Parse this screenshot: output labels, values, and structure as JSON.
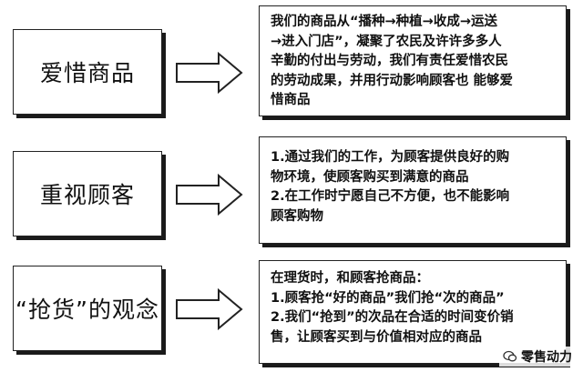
{
  "rows": [
    {
      "title": "爱惜商品",
      "lines": [
        "我们的商品从“播种→种植→收成→运送",
        "→进入门店”，凝聚了农民及许许多多人",
        "辛勤的付出与劳动，我们有责任爱惜农民",
        "的劳动成果，并用行动影响顾客也 能够爱",
        "惜商品"
      ]
    },
    {
      "title": "重视顾客",
      "lines": [
        "1.通过我们的工作，为顾客提供良好的购",
        "物环境，使顾客购买到满意的商品",
        "2.在工作时宁愿自己不方便，也不能影响",
        "顾客购物"
      ]
    },
    {
      "title": "“抢货”的观念",
      "lines": [
        "在理货时，和顾客抢商品：",
        "1.顾客抢“好的商品”我们抢“次的商品”",
        "2.我们“抢到”的次品在合适的时间变价销",
        "售，让顾客买到与价值相对应的商品"
      ]
    }
  ],
  "watermark": {
    "text": "零售动力"
  }
}
